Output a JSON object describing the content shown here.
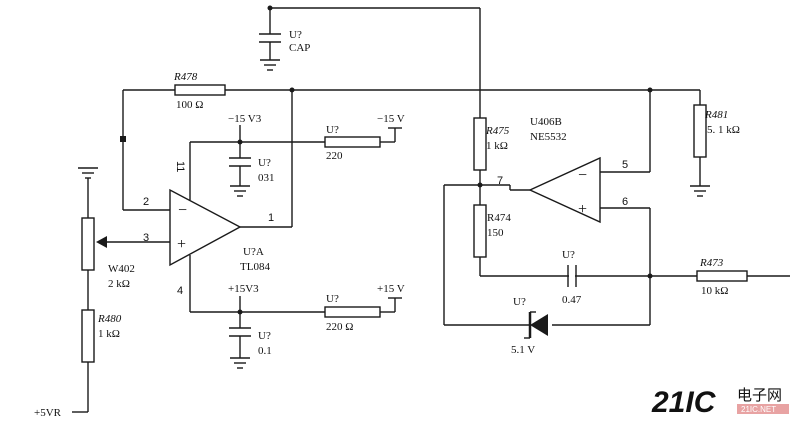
{
  "components": {
    "cap_top": {
      "ref": "U?",
      "value": "CAP"
    },
    "r478": {
      "ref": "R478",
      "value": "100 Ω"
    },
    "opamp_a": {
      "ref": "U?A",
      "part": "TL084",
      "pins": {
        "inv": "2",
        "noninv": "3",
        "out": "1",
        "vneg": "11",
        "vpos": "4"
      }
    },
    "c_neg": {
      "ref": "U?",
      "value": "031"
    },
    "c_pos": {
      "ref": "U?",
      "value": "0.1"
    },
    "r_neg": {
      "ref": "U?",
      "value": "220"
    },
    "r_pos": {
      "ref": "U?",
      "value": "220 Ω"
    },
    "w402": {
      "ref": "W402",
      "value": "2 kΩ"
    },
    "r480": {
      "ref": "R480",
      "value": "1 kΩ"
    },
    "r475": {
      "ref": "R475",
      "value": "1 kΩ"
    },
    "r474": {
      "ref": "R474",
      "value": "150"
    },
    "opamp_b": {
      "ref": "U406B",
      "part": "NE5532",
      "pins": {
        "inv": "5",
        "noninv": "6",
        "out": "7"
      }
    },
    "r481": {
      "ref": "R481",
      "value": "5. 1 kΩ"
    },
    "c_fb": {
      "ref": "U?",
      "value": "0.47"
    },
    "zener": {
      "ref": "U?",
      "value": "5.1 V"
    },
    "r473": {
      "ref": "R473",
      "value": "10 kΩ"
    }
  },
  "nets": {
    "neg15v3": "−15 V3",
    "pos15v3": "+15V3",
    "neg15v": "−15 V",
    "pos15v": "+15 V",
    "pos5vr": "+5VR"
  },
  "watermark": {
    "brand": "21IC",
    "cn": "电子网",
    "url": "21IC.NET",
    "color": "#e8a3a3"
  }
}
